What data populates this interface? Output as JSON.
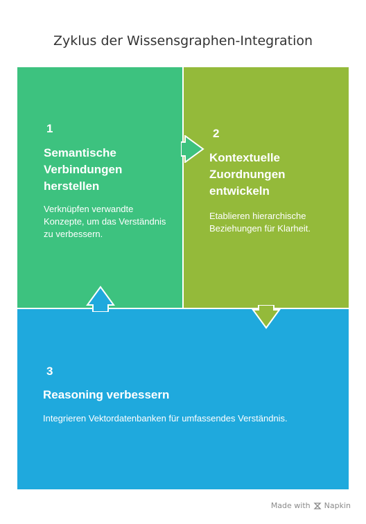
{
  "title": "Zyklus der Wissensgraphen-Integration",
  "colors": {
    "step1": "#3DC27F",
    "step2": "#94BA3A",
    "step3": "#1FA9DD"
  },
  "steps": [
    {
      "number": "1",
      "heading": "Semantische Verbindungen herstellen",
      "description": "Verknüpfen verwandte Konzepte, um das Verständnis zu verbessern."
    },
    {
      "number": "2",
      "heading": "Kontextuelle Zuordnungen entwickeln",
      "description": "Etablieren hierarchische Beziehungen für Klarheit."
    },
    {
      "number": "3",
      "heading": "Reasoning verbessern",
      "description": "Integrieren Vektordatenbanken für umfassendes Verständnis."
    }
  ],
  "footer": {
    "made_with": "Made with",
    "brand": "Napkin",
    "brand_icon": "napkin-logo-icon"
  }
}
